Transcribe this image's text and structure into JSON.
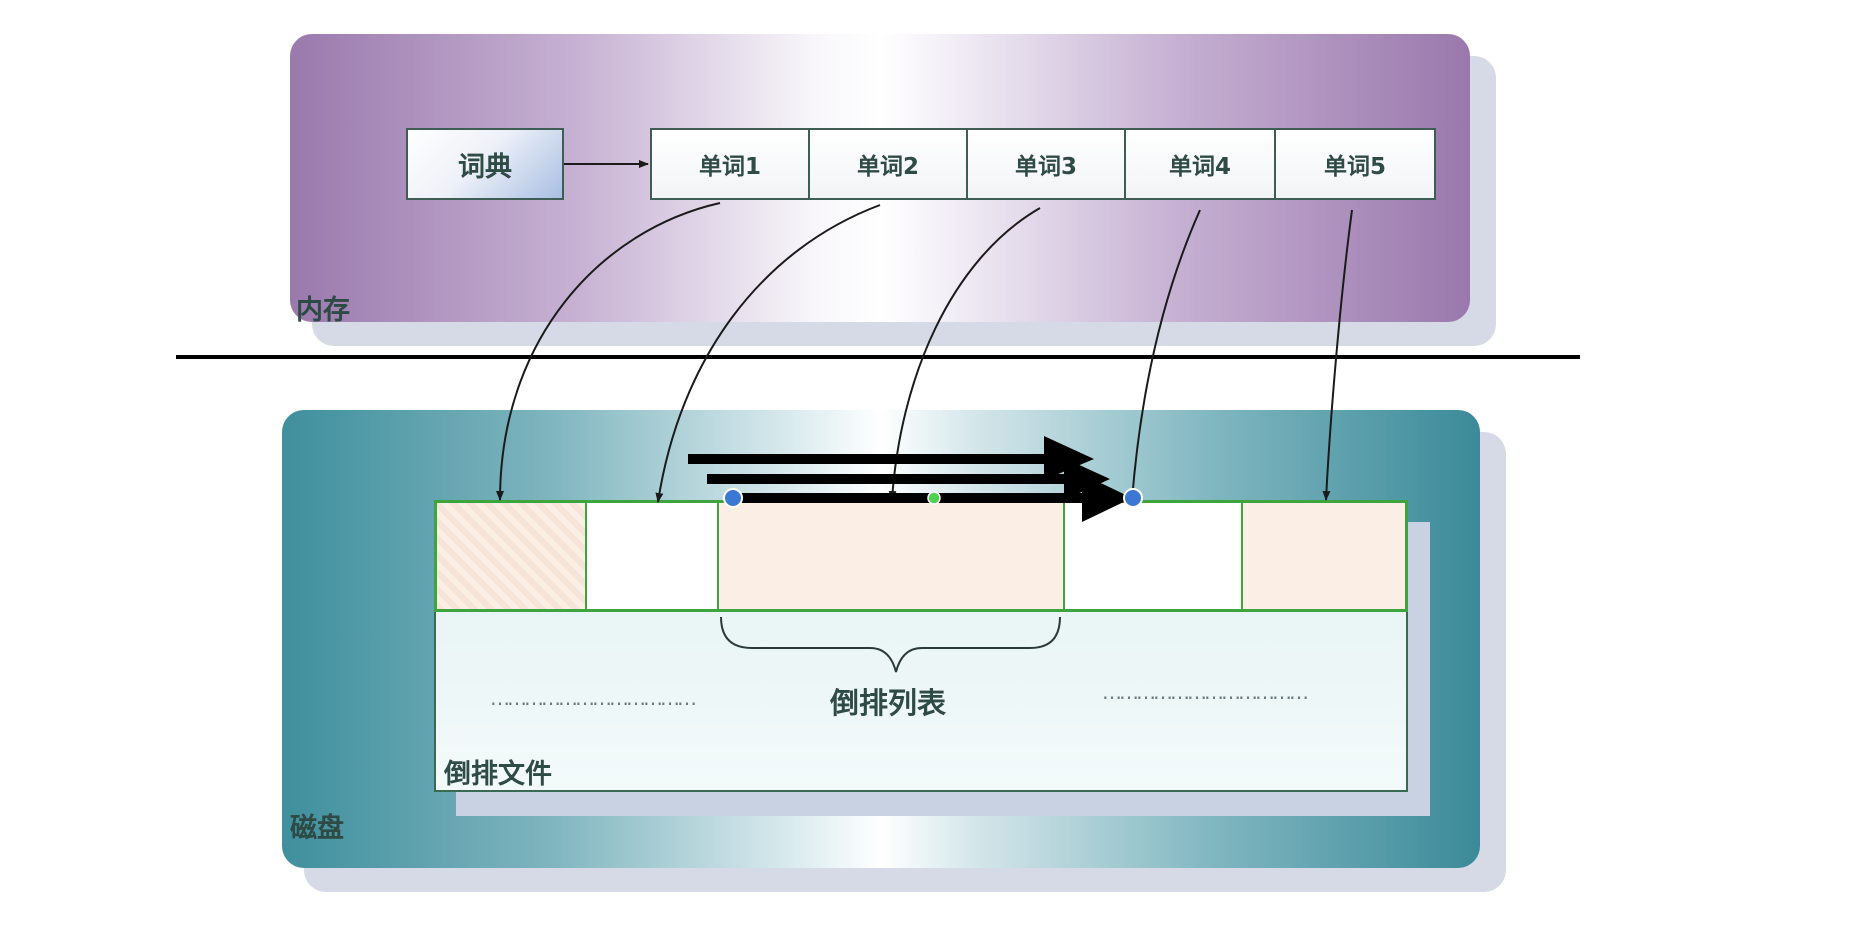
{
  "memory": {
    "label": "内存",
    "dictionary_label": "词典",
    "words": [
      "单词1",
      "单词2",
      "单词3",
      "单词4",
      "单词5"
    ]
  },
  "disk": {
    "label": "磁盘",
    "inverted_file_label": "倒排文件",
    "inverted_list_label": "倒排列表",
    "ellipsis_left": "………………………………",
    "ellipsis_right": "………………………………"
  },
  "colors": {
    "memory_panel": "#9a79ad",
    "disk_panel": "#3f8f9d",
    "cell_border": "#3ea53e",
    "cell_fill": "#fbeee5",
    "handle": "#3a78d4",
    "handle_mid": "#4fd24f"
  }
}
